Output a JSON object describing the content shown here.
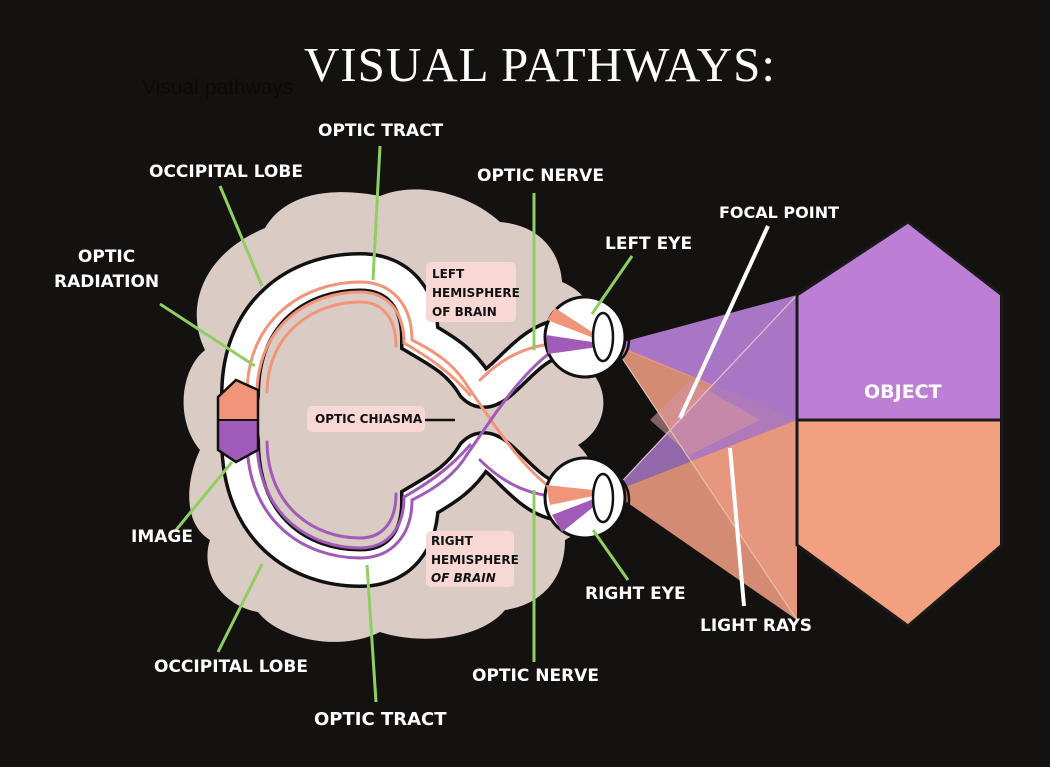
{
  "title": "VISUAL PATHWAYS:",
  "subtitle": "Visual pathways",
  "labels": {
    "optic_tract_top": "OPTIC TRACT",
    "occipital_lobe_top": "OCCIPITAL LOBE",
    "optic_nerve_top": "OPTIC NERVE",
    "optic_radiation": "OPTIC\nRADIATION",
    "left_eye": "LEFT EYE",
    "focal_point": "FOCAL POINT",
    "left_hemisphere": "LEFT\nHEMISPHERE\nOF BRAIN",
    "optic_chiasma": "OPTIC CHIASMA",
    "object": "OBJECT",
    "image": "IMAGE",
    "right_hemisphere_a": "RIGHT\nHEMISPHERE",
    "right_hemisphere_b": "OF BRAIN",
    "right_eye": "RIGHT EYE",
    "light_rays": "LIGHT RAYS",
    "occipital_lobe_bottom": "OCCIPITAL LOBE",
    "optic_nerve_bottom": "OPTIC NERVE",
    "optic_tract_bottom": "OPTIC TRACT"
  },
  "colors": {
    "background": "#141210",
    "brain": "#dacbc4",
    "salmon": "#f1957a",
    "purple": "#a05ab8",
    "object_purple": "#bd7fd6",
    "object_salmon": "#f2a07f",
    "leader": "#8fcf62"
  }
}
